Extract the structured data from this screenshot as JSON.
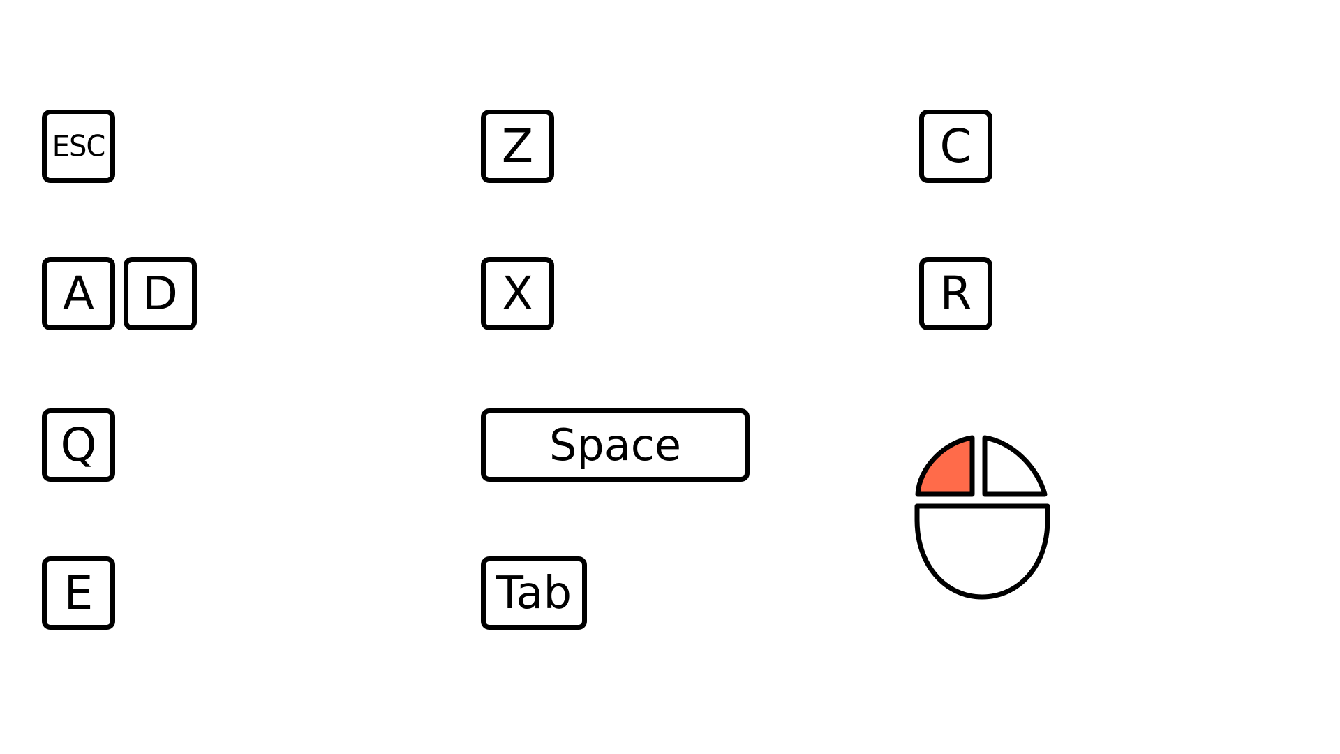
{
  "keys": {
    "esc": "ESC",
    "a": "A",
    "d": "D",
    "q": "Q",
    "e": "E",
    "z": "Z",
    "x": "X",
    "space": "Space",
    "tab": "Tab",
    "c": "C",
    "r": "R"
  },
  "mouse": {
    "icon": "mouse-icon",
    "highlighted_button": "left",
    "highlight_color": "#FF6B4A",
    "outline_color": "#000000"
  }
}
